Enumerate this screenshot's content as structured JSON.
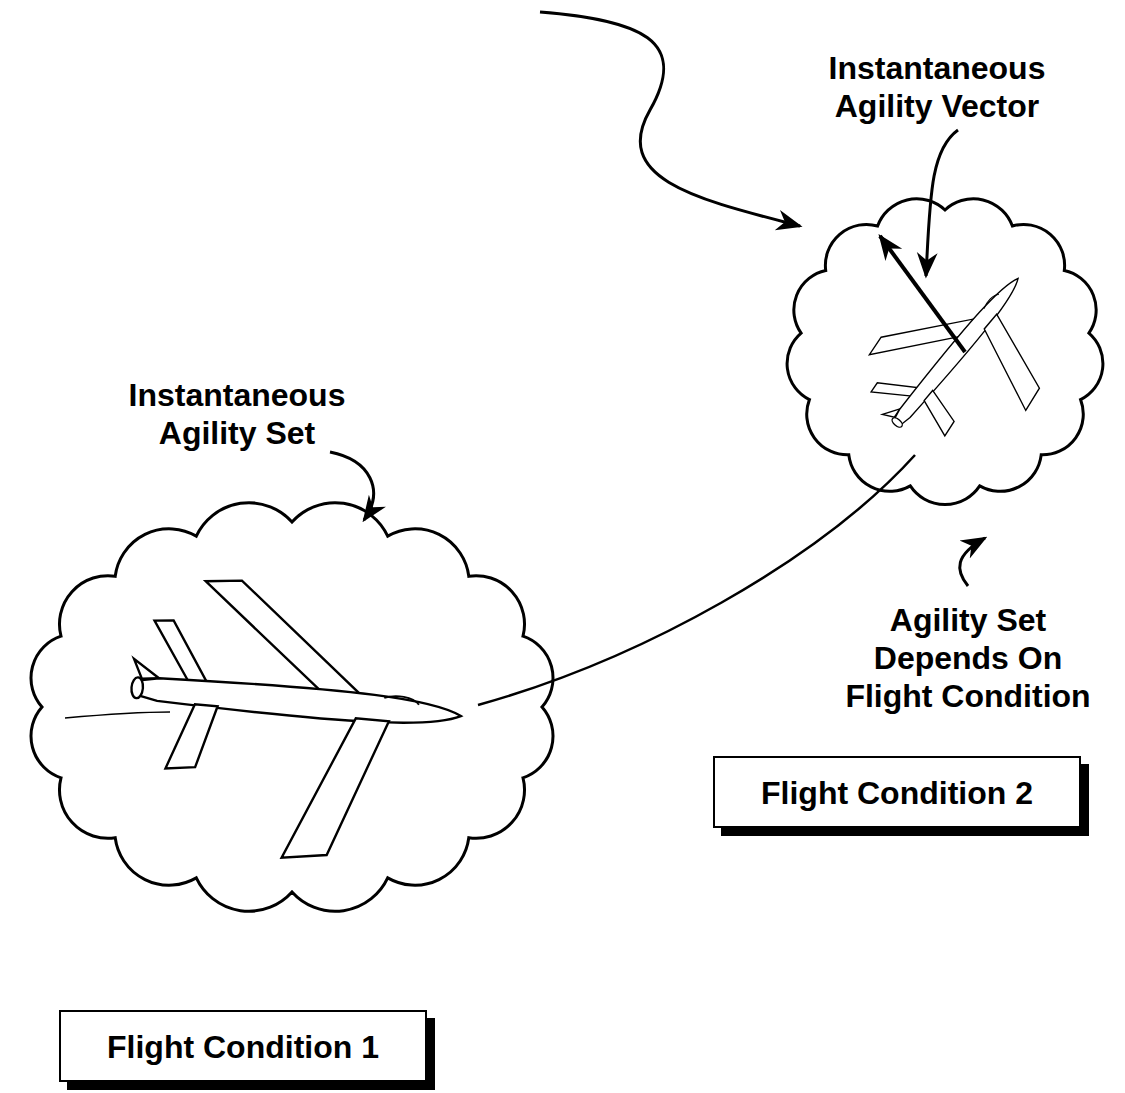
{
  "diagram": {
    "nodes": [
      {
        "text": [
          "Flight Condition 2"
        ]
      },
      {
        "text": [
          "Flight Condition 1"
        ]
      }
    ],
    "labels": [
      "Instantaneous Agility Vector",
      "Instantaneous Agility Set",
      "Agility Set Depends On Flight Condition"
    ]
  }
}
